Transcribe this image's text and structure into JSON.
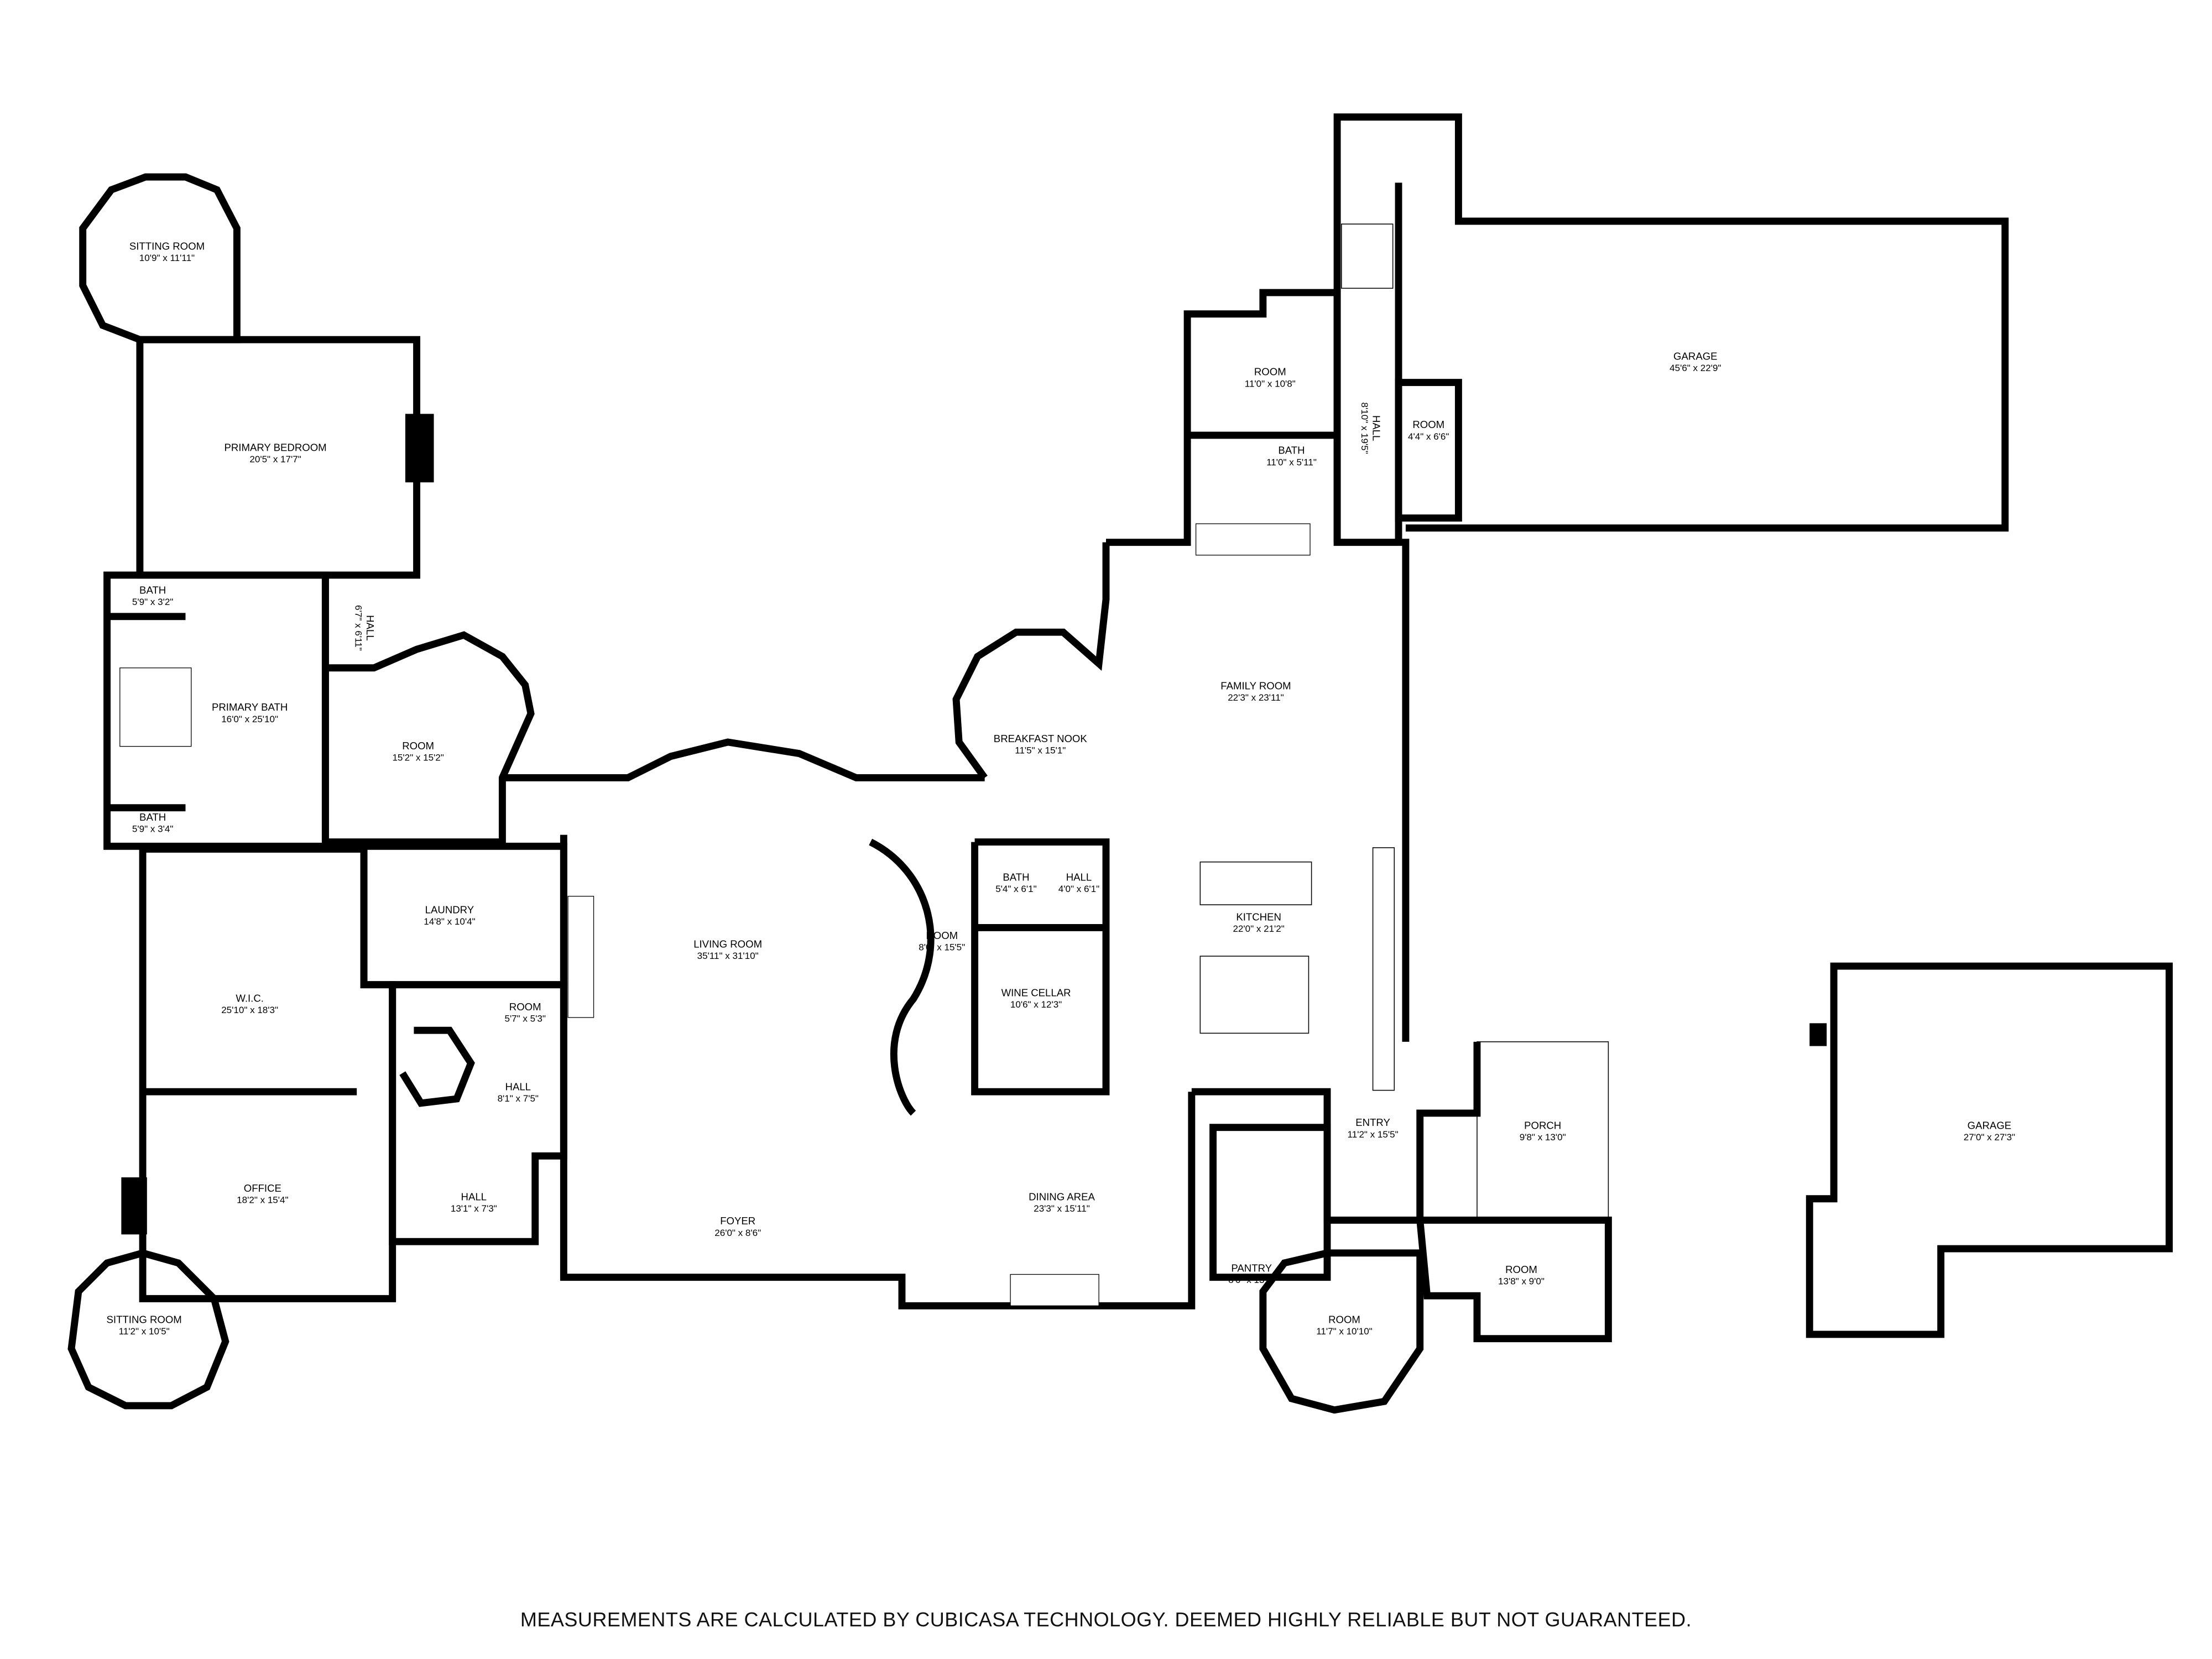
{
  "rooms": [
    {
      "name": "SITTING ROOM",
      "dims": "10'9\" x 11'11\""
    },
    {
      "name": "PRIMARY BEDROOM",
      "dims": "20'5\" x 17'7\""
    },
    {
      "name": "BATH",
      "dims": "5'9\" x 3'2\""
    },
    {
      "name": "HALL",
      "dims": "6'7\" x 6'11\""
    },
    {
      "name": "PRIMARY BATH",
      "dims": "16'0\" x 25'10\""
    },
    {
      "name": "ROOM",
      "dims": "15'2\" x 15'2\""
    },
    {
      "name": "BATH",
      "dims": "5'9\" x 3'4\""
    },
    {
      "name": "LAUNDRY",
      "dims": "14'8\" x 10'4\""
    },
    {
      "name": "W.I.C.",
      "dims": "25'10\" x 18'3\""
    },
    {
      "name": "ROOM",
      "dims": "5'7\" x 5'3\""
    },
    {
      "name": "HALL",
      "dims": "8'1\" x 7'5\""
    },
    {
      "name": "LIVING ROOM",
      "dims": "35'11\" x 31'10\""
    },
    {
      "name": "ROOM",
      "dims": "8'0\" x 15'5\""
    },
    {
      "name": "BATH",
      "dims": "5'4\" x 6'1\""
    },
    {
      "name": "HALL",
      "dims": "4'0\" x 6'1\""
    },
    {
      "name": "WINE CELLAR",
      "dims": "10'6\" x 12'3\""
    },
    {
      "name": "BREAKFAST NOOK",
      "dims": "11'5\" x 15'1\""
    },
    {
      "name": "FAMILY ROOM",
      "dims": "22'3\" x 23'11\""
    },
    {
      "name": "KITCHEN",
      "dims": "22'0\" x 21'2\""
    },
    {
      "name": "OFFICE",
      "dims": "18'2\" x 15'4\""
    },
    {
      "name": "HALL",
      "dims": "13'1\" x 7'3\""
    },
    {
      "name": "FOYER",
      "dims": "26'0\" x 8'6\""
    },
    {
      "name": "DINING AREA",
      "dims": "23'3\" x 15'11\""
    },
    {
      "name": "ENTRY",
      "dims": "11'2\" x 15'5\""
    },
    {
      "name": "PORCH",
      "dims": "9'8\" x 13'0\""
    },
    {
      "name": "PANTRY",
      "dims": "8'0\" x 13'2\""
    },
    {
      "name": "ROOM",
      "dims": "11'7\" x 10'10\""
    },
    {
      "name": "ROOM",
      "dims": "13'8\" x 9'0\""
    },
    {
      "name": "SITTING ROOM",
      "dims": "11'2\" x 10'5\""
    },
    {
      "name": "ROOM",
      "dims": "11'0\" x 10'8\""
    },
    {
      "name": "BATH",
      "dims": "11'0\" x 5'11\""
    },
    {
      "name": "HALL",
      "dims": "8'10\" x 19'5\""
    },
    {
      "name": "ROOM",
      "dims": "4'4\" x 6'6\""
    },
    {
      "name": "GARAGE",
      "dims": "45'6\" x 22'9\""
    },
    {
      "name": "GARAGE",
      "dims": "27'0\" x 27'3\""
    }
  ],
  "footer": {
    "disclaimer": "MEASUREMENTS ARE CALCULATED BY CUBICASA TECHNOLOGY. DEEMED HIGHLY RELIABLE BUT NOT GUARANTEED."
  },
  "colors": {
    "walls": "#000000",
    "background": "#ffffff"
  }
}
